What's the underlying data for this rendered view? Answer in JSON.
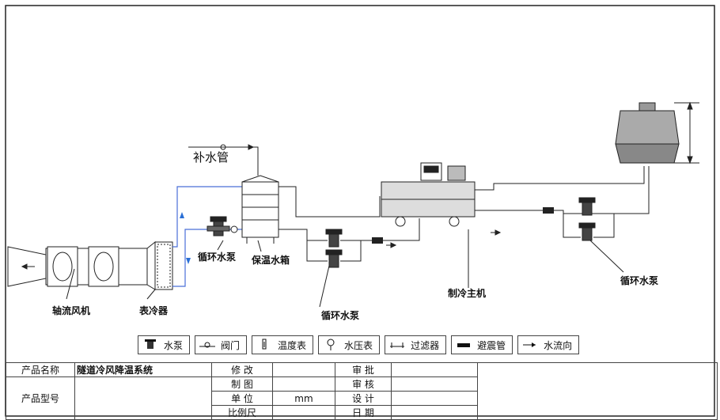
{
  "labels": {
    "supply_pipe": "补水管",
    "pump_left": "循环水泵",
    "tank": "保温水箱",
    "pump_mid": "循环水泵",
    "pump_right": "循环水泵",
    "chiller": "制冷主机",
    "fan": "轴流风机",
    "cooler": "表冷器"
  },
  "legend": [
    {
      "icon": "pump-icon",
      "label": "水泵"
    },
    {
      "icon": "valve-icon",
      "label": "阀门"
    },
    {
      "icon": "thermometer-icon",
      "label": "温度表"
    },
    {
      "icon": "pressure-gauge-icon",
      "label": "水压表"
    },
    {
      "icon": "filter-icon",
      "label": "过滤器"
    },
    {
      "icon": "vibration-pipe-icon",
      "label": "避震管"
    },
    {
      "icon": "flow-arrow-icon",
      "label": "水流向"
    }
  ],
  "title_block": {
    "product_name_label": "产品名称",
    "product_name_value": "隧道冷风降温系统",
    "product_model_label": "产品型号",
    "revise_label": "修  改",
    "draw_label": "制  图",
    "unit_label": "单  位",
    "unit_value": "mm",
    "scale_label": "比例尺",
    "approve_label": "审  批",
    "review_label": "审  核",
    "design_label": "设  计",
    "date_label": "日  期"
  },
  "colors": {
    "line": "#222222",
    "water_blue": "#2a6fd6",
    "pipe_blue": "#4a6fd8"
  }
}
